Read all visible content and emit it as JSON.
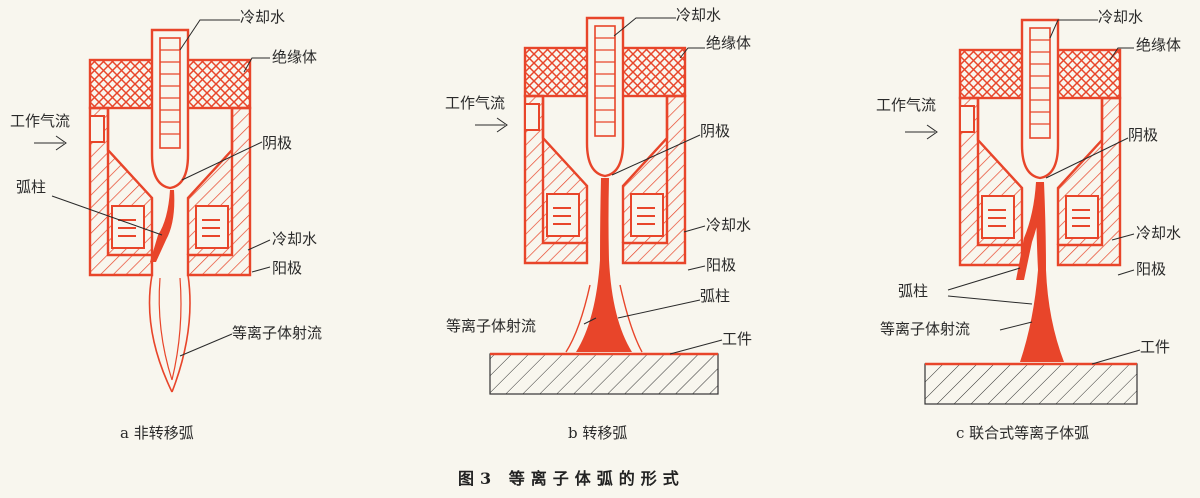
{
  "colors": {
    "accent": "#e8452a",
    "ink": "#2a2a2a",
    "paper": "#f8f6ee"
  },
  "diagram_a": {
    "labels": {
      "coolant_top": "冷却水",
      "insulator": "绝缘体",
      "gas_flow": "工作气流",
      "cathode": "阴极",
      "arc_column": "弧柱",
      "coolant_side": "冷却水",
      "anode": "阳极",
      "plasma_jet": "等离子体射流"
    },
    "caption": "a 非转移弧"
  },
  "diagram_b": {
    "labels": {
      "coolant_top": "冷却水",
      "insulator": "绝缘体",
      "gas_flow": "工作气流",
      "cathode": "阴极",
      "coolant_side": "冷却水",
      "anode": "阳极",
      "arc_column": "弧柱",
      "plasma_jet": "等离子体射流",
      "workpiece": "工件"
    },
    "caption": "b 转移弧"
  },
  "diagram_c": {
    "labels": {
      "coolant_top": "冷却水",
      "insulator": "绝缘体",
      "gas_flow": "工作气流",
      "cathode": "阴极",
      "coolant_side": "冷却水",
      "anode": "阳极",
      "arc_column": "弧柱",
      "plasma_jet": "等离子体射流",
      "workpiece": "工件"
    },
    "caption": "c 联合式等离子体弧"
  },
  "figure_title": "图3  等离子体弧的形式"
}
